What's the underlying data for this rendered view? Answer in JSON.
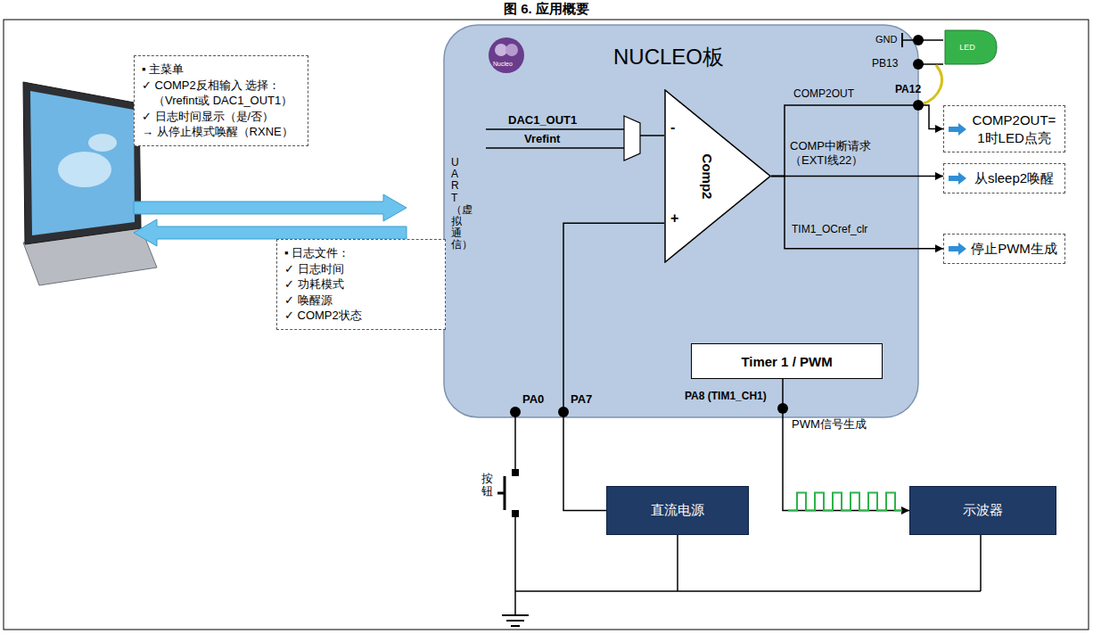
{
  "diagram": {
    "title": "图 6. 应用概要",
    "nodes": [
      {
        "text": [
          "▪ 主菜单",
          "✓ COMP2反相输入 选择：（Vrefint或 DAC1_OUT1）",
          "✓ 日志时间显示（是/否）",
          "→ 从停止模式唤醒（RXNE）"
        ]
      },
      {
        "text": [
          "▪ 日志文件：",
          "✓ 日志时间",
          "✓ 功耗模式",
          "✓ 唤醒源",
          "✓ COMP2状态"
        ]
      },
      {
        "text": [
          "NUCLEO板",
          "UART（虚拟通信）"
        ]
      },
      {
        "text": [
          "Comp2"
        ],
        "in": 2
      },
      {
        "text": [
          "Timer 1 / PWM"
        ],
        "in": 2
      },
      {
        "text": [
          "LED"
        ]
      },
      {
        "text": [
          "COMP2OUT= 1时LED点亮"
        ]
      },
      {
        "text": [
          "从sleep2唤醒"
        ]
      },
      {
        "text": [
          "停止PWM生成"
        ]
      },
      {
        "text": [
          "直流电源"
        ]
      },
      {
        "text": [
          "示波器"
        ]
      }
    ],
    "edges": [
      {
        "from": 3,
        "to": 6,
        "arrow": "to",
        "label": "COMP2OUT"
      },
      {
        "from": 3,
        "to": 7,
        "arrow": "to",
        "label": "COMP中断请求 （EXTI线22）"
      },
      {
        "from": 3,
        "to": 8,
        "arrow": "to",
        "label": "TIM1_OCref_clr"
      },
      {
        "from": 3,
        "to": 9,
        "arrow": "none"
      },
      {
        "from": 4,
        "to": 10,
        "arrow": "to",
        "label": "PWM信号生成"
      }
    ],
    "labels": [
      "Nucleo",
      "GND",
      "PB13",
      "PA12",
      "DAC1_OUT1",
      "Vrefint",
      "-",
      "+",
      "PA0",
      "PA7",
      "PA8 (TIM1_CH1)",
      "按钮"
    ]
  }
}
